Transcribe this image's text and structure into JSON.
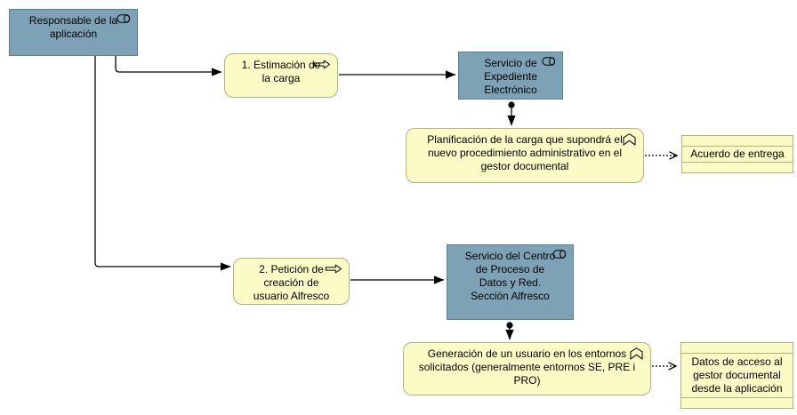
{
  "diagram": {
    "kind": "archimate-business-process-view",
    "colors": {
      "role_fill": "#7da2b6",
      "role_border": "#5c7f93",
      "process_fill": "#fbfbc6",
      "process_border": "#b2b286",
      "line": "#000000",
      "canvas_bg": "#ffffff"
    },
    "nodes": {
      "responsable": {
        "label": "Responsable de la\naplicación",
        "type": "business-role"
      },
      "estimacion": {
        "label": "1. Estimación de\nla carga",
        "type": "business-process"
      },
      "servicio_expediente": {
        "label": "Servicio de\nExpediente\nElectrónico",
        "type": "business-role"
      },
      "planificacion": {
        "label": "Planificación de la carga que supondrá el\nnuevo procedimiento administrativo en el\ngestor documental",
        "type": "business-function"
      },
      "acuerdo": {
        "label": "Acuerdo de entrega",
        "type": "contract"
      },
      "peticion": {
        "label": "2. Petición de\ncreación de\nusuario Alfresco",
        "type": "business-process"
      },
      "servicio_cpd": {
        "label": "Servicio del Centro\nde Proceso de\nDatos y Red.\nSección Alfresco",
        "type": "business-role"
      },
      "generacion": {
        "label": "Generación de un usuario en los entornos\nsolicitados (generalmente entornos SE, PRE i\nPRO)",
        "type": "business-function"
      },
      "datos_acceso": {
        "label": "Datos de acceso al\ngestor documental\ndesde la aplicación",
        "type": "contract"
      }
    },
    "relations": [
      {
        "from": "responsable",
        "to": "estimacion",
        "type": "triggering"
      },
      {
        "from": "responsable",
        "to": "peticion",
        "type": "triggering"
      },
      {
        "from": "estimacion",
        "to": "servicio_expediente",
        "type": "triggering"
      },
      {
        "from": "servicio_expediente",
        "to": "planificacion",
        "type": "assignment"
      },
      {
        "from": "planificacion",
        "to": "acuerdo",
        "type": "access"
      },
      {
        "from": "peticion",
        "to": "servicio_cpd",
        "type": "triggering"
      },
      {
        "from": "servicio_cpd",
        "to": "generacion",
        "type": "assignment"
      },
      {
        "from": "generacion",
        "to": "datos_acceso",
        "type": "access"
      }
    ]
  }
}
